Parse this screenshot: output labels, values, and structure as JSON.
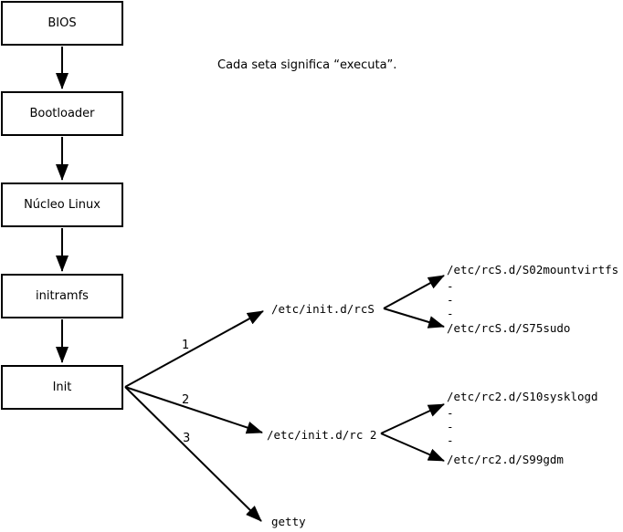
{
  "diagram": {
    "caption": "Cada seta significa “executa”.",
    "nodes": {
      "bios": "BIOS",
      "bootloader": "Bootloader",
      "kernel": "Núcleo Linux",
      "initramfs": "initramfs",
      "init": "Init"
    },
    "branches": [
      {
        "number": "1",
        "target": "/etc/init.d/rcS",
        "scripts": [
          "/etc/rcS.d/S02mountvirtfs",
          "-",
          "-",
          "-",
          "/etc/rcS.d/S75sudo"
        ]
      },
      {
        "number": "2",
        "target": "/etc/init.d/rc 2",
        "scripts": [
          "/etc/rc2.d/S10sysklogd",
          "-",
          "-",
          "-",
          "/etc/rc2.d/S99gdm"
        ]
      },
      {
        "number": "3",
        "target": "getty",
        "scripts": []
      }
    ]
  }
}
